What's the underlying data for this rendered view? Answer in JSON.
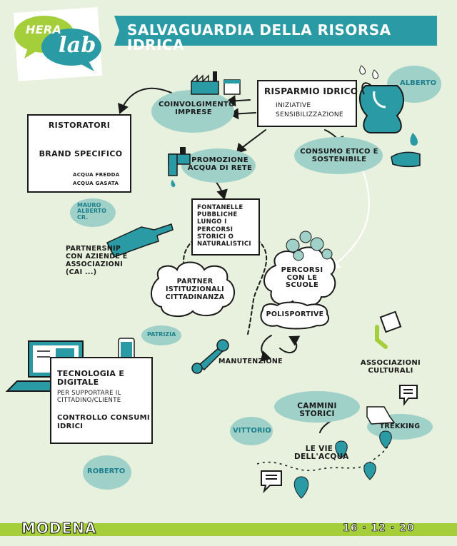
{
  "logo": {
    "line1": "HERA",
    "line2": "lab"
  },
  "title": "SALVAGUARDIA DELLA RISORSA IDRICA",
  "nodes": {
    "risparmio_title": "RISPARMIO IDRICO",
    "risparmio_sub1": "INIZIATIVE",
    "risparmio_sub2": "SENSIBILIZZAZIONE",
    "coinvolgimento": "COINVOLGIMENTO IMPRESE",
    "ristoratori": "RISTORATORI",
    "brand": "BRAND SPECIFICO",
    "acqua_fredda": "ACQUA FREDDA",
    "acqua_gasata": "ACQUA GASATA",
    "promozione": "PROMOZIONE ACQUA DI RETE",
    "consumo": "CONSUMO ETICO E SOSTENIBILE",
    "fontanelle": "FONTANELLE PUBBLICHE LUNGO I PERCORSI STORICI O NATURALISTICI",
    "partnership": "PARTNERSHIP CON AZIENDE E ASSOCIAZIONI (CAI ...)",
    "partner_ist": "PARTNER ISTITUZIONALI CITTADINANZA",
    "percorsi_scuole": "PERCORSI CON LE SCUOLE",
    "polisportive": "POLISPORTIVE",
    "manutenzione": "MANUTENZIONE",
    "tecnologia_bold": "TECNOLOGIA E DIGITALE",
    "tecnologia_rest": "PER SUPPORTARE IL CITTADINO/CLIENTE",
    "controllo": "CONTROLLO CONSUMI IDRICI",
    "associazioni": "ASSOCIAZIONI CULTURALI",
    "cammini": "CAMMINI STORICI",
    "trekking": "TREKKING",
    "vie_acqua": "LE VIE DELL'ACQUA"
  },
  "names": {
    "alberto": "ALBERTO",
    "mauro": "MAURO ALBERTO CR.",
    "patrizia": "PATRIZIA",
    "roberto": "ROBERTO",
    "vittorio": "VITTORIO"
  },
  "footer": {
    "city": "MODENA",
    "date": "16 · 12 · 20"
  },
  "colors": {
    "teal": "#2a9aa5",
    "light_teal": "#9fd1c9",
    "ink": "#1a1a1a",
    "lime": "#a4cf3a",
    "paper": "#ffffff",
    "background": "#e7f1dd"
  }
}
